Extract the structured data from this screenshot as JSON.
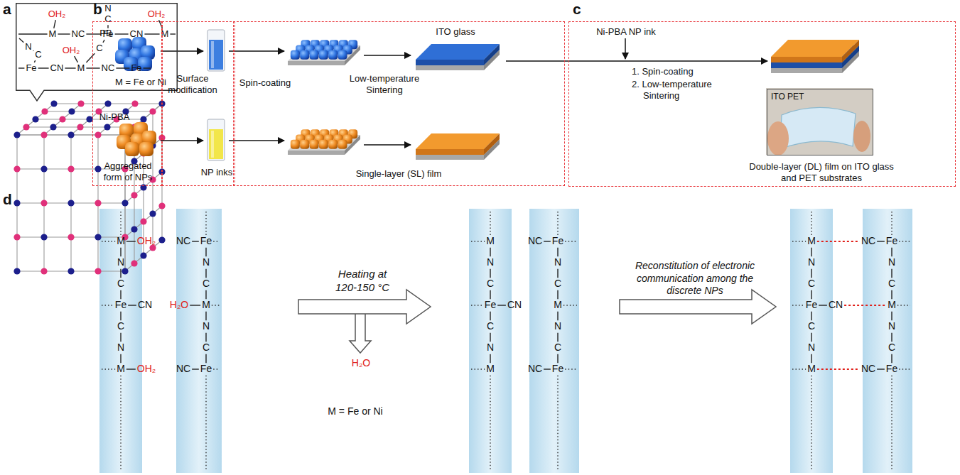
{
  "diagram": {
    "nodes": [
      {
        "text": [
          "OH₂",
          "N",
          "C",
          "OH₂",
          "M",
          "NC",
          "Fe",
          "CN",
          "M",
          "N",
          "C",
          "OH₂",
          "C",
          "Fe",
          "CN",
          "M",
          "NC",
          "Fe",
          "M = Fe or Ni"
        ]
      },
      {
        "text": [
          "PB",
          "Ni-PBA",
          "Aggregated form of NPs"
        ]
      },
      {
        "text": [
          "Surface modification",
          "NP inks"
        ]
      },
      {
        "text": [
          "Spin-coating",
          "ITO glass",
          "Low-temperature Sintering",
          "Single-layer (SL) film"
        ]
      },
      {
        "text": [
          "Ni-PBA NP ink",
          "1. Spin-coating",
          "2. Low-temperature Sintering",
          "Double-layer (DL) film on ITO glass and PET substrates"
        ]
      },
      {
        "text": [
          "ITO PET"
        ],
        "in": 4
      }
    ],
    "labels": [
      "a",
      "b",
      "c",
      "d",
      "M",
      "OH₂",
      "N",
      "C",
      "Fe",
      "CN",
      "C",
      "N",
      "M",
      "OH₂",
      "NC",
      "Fe",
      "N",
      "C",
      "H₂O",
      "M",
      "N",
      "C",
      "NC",
      "Fe",
      "Heating at 120-150 °C",
      "H₂O",
      "M = Fe or Ni",
      "M",
      "N",
      "C",
      "Fe",
      "CN",
      "C",
      "N",
      "M",
      "NC",
      "Fe",
      "N",
      "C",
      "M",
      "N",
      "C",
      "NC",
      "Fe",
      "Reconstitution of electronic communication among the discrete NPs",
      "M",
      "N",
      "C",
      "Fe",
      "CN",
      "C",
      "N",
      "M",
      "NC",
      "Fe",
      "N",
      "C",
      "M",
      "N",
      "C",
      "NC",
      "Fe"
    ]
  }
}
